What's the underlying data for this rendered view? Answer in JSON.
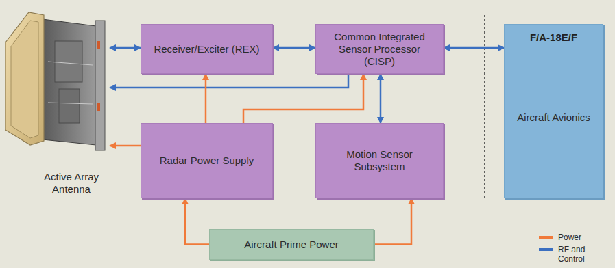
{
  "diagram": {
    "nodes": [
      {
        "text": [
          "Receiver/Exciter (REX)"
        ]
      },
      {
        "text": [
          "Common Integrated Sensor Processor (CISP)"
        ]
      },
      {
        "text": [
          "F/A-18E/F",
          "Aircraft Avionics"
        ]
      },
      {
        "text": [
          "Active Array Antenna"
        ]
      },
      {
        "text": [
          "Radar Power Supply"
        ]
      },
      {
        "text": [
          "Motion Sensor Subsystem"
        ]
      },
      {
        "text": [
          "Aircraft Prime Power"
        ]
      }
    ],
    "edges": [
      {
        "from": 3,
        "to": 0,
        "arrow": "both"
      },
      {
        "from": 0,
        "to": 1,
        "arrow": "both"
      },
      {
        "from": 1,
        "to": 2,
        "arrow": "both"
      },
      {
        "from": 1,
        "to": 3,
        "arrow": "to"
      },
      {
        "from": 1,
        "to": 5,
        "arrow": "both"
      },
      {
        "from": 4,
        "to": 0,
        "arrow": "to"
      },
      {
        "from": 4,
        "to": 1,
        "arrow": "to"
      },
      {
        "from": 4,
        "to": 3,
        "arrow": "to"
      },
      {
        "from": 6,
        "to": 4,
        "arrow": "to"
      },
      {
        "from": 6,
        "to": 5,
        "arrow": "to"
      }
    ],
    "legend": [
      {
        "text": "Power",
        "color": "#f07a3a"
      },
      {
        "text": "RF and Control",
        "color": "#3b6fc0"
      }
    ]
  }
}
